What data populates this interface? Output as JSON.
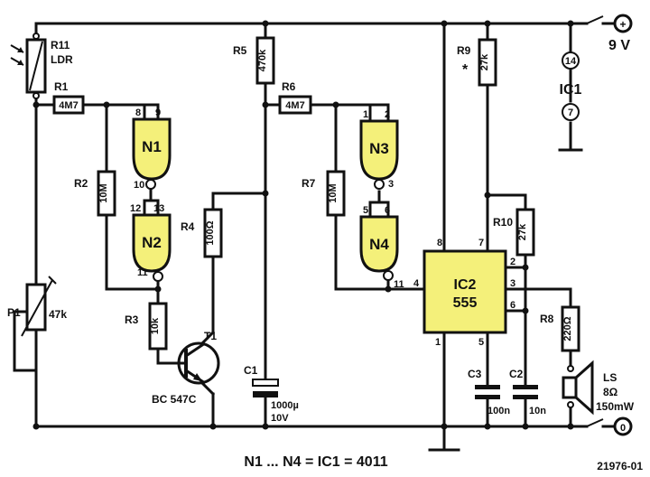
{
  "supply": {
    "plus_symbol": "+",
    "plus_label": "9 V",
    "ground_symbol": "0"
  },
  "resistors": {
    "R11": {
      "name": "R11",
      "value": "LDR"
    },
    "R1": {
      "name": "R1",
      "value": "4M7"
    },
    "R2": {
      "name": "R2",
      "value": "10M"
    },
    "R3": {
      "name": "R3",
      "value": "10k"
    },
    "R4": {
      "name": "R4",
      "value": "100Ω"
    },
    "R5": {
      "name": "R5",
      "value": "470k"
    },
    "R6": {
      "name": "R6",
      "value": "4M7"
    },
    "R7": {
      "name": "R7",
      "value": "10M"
    },
    "R8": {
      "name": "R8",
      "value": "220Ω"
    },
    "R9": {
      "name": "R9",
      "value": "27k",
      "marker": "*"
    },
    "R10": {
      "name": "R10",
      "value": "27k"
    }
  },
  "pot": {
    "name": "P1",
    "value": "47k"
  },
  "transistor": {
    "name": "T1",
    "type": "BC 547C"
  },
  "capacitors": {
    "C1": {
      "name": "C1",
      "value": "1000µ",
      "voltage": "10V"
    },
    "C2": {
      "name": "C2",
      "value": "10n"
    },
    "C3": {
      "name": "C3",
      "value": "100n"
    }
  },
  "speaker": {
    "name": "LS",
    "impedance": "8Ω",
    "power": "150mW"
  },
  "gates": {
    "N1": "N1",
    "N2": "N2",
    "N3": "N3",
    "N4": "N4"
  },
  "ic1": {
    "name": "IC1",
    "vcc_pin": "14",
    "gnd_pin": "7"
  },
  "ic2": {
    "name": "IC2",
    "type": "555"
  },
  "pins": {
    "n1_a": "8",
    "n1_b": "9",
    "n1_out": "10",
    "n2_a": "12",
    "n2_b": "13",
    "n2_out": "11",
    "n3_a": "1",
    "n3_b": "2",
    "n3_out": "3",
    "n4_a": "5",
    "n4_b": "6",
    "n4_out": "11",
    "ic2_8": "8",
    "ic2_7": "7",
    "ic2_2": "2",
    "ic2_3": "3",
    "ic2_6": "6",
    "ic2_4": "4",
    "ic2_1": "1",
    "ic2_5": "5"
  },
  "footer": {
    "note": "N1 ... N4 = IC1 = 4011",
    "code": "21976-01"
  }
}
